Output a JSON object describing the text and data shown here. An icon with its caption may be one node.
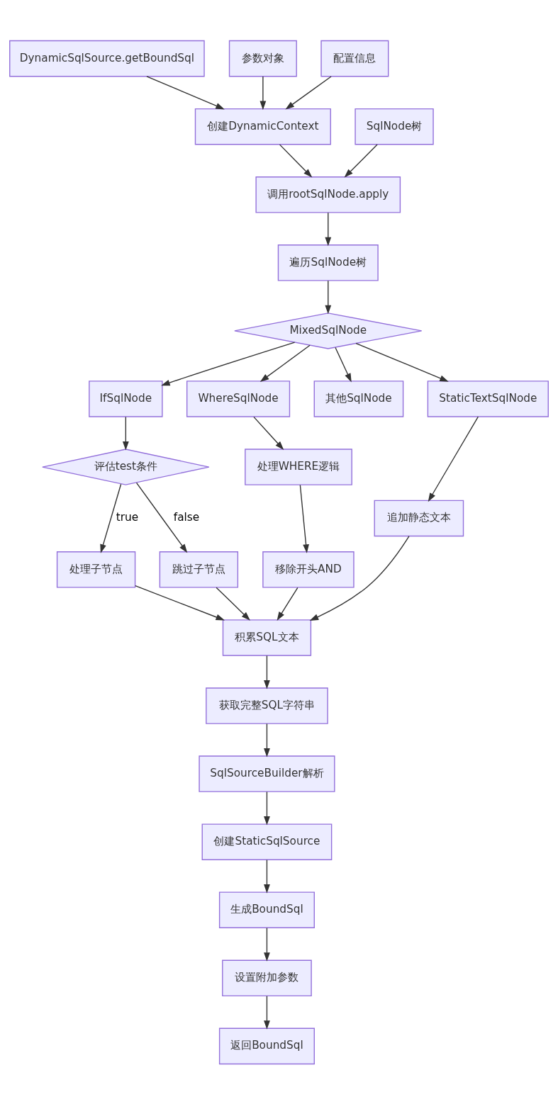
{
  "diagram": {
    "nodes": [
      {
        "text": [
          "DynamicSqlSource.getBoundSql"
        ]
      },
      {
        "text": [
          "参数对象"
        ]
      },
      {
        "text": [
          "配置信息"
        ]
      },
      {
        "text": [
          "创建DynamicContext"
        ]
      },
      {
        "text": [
          "SqlNode树"
        ]
      },
      {
        "text": [
          "调用rootSqlNode.apply"
        ]
      },
      {
        "text": [
          "遍历SqlNode树"
        ]
      },
      {
        "text": [
          "MixedSqlNode"
        ]
      },
      {
        "text": [
          "IfSqlNode"
        ]
      },
      {
        "text": [
          "WhereSqlNode"
        ]
      },
      {
        "text": [
          "其他SqlNode"
        ]
      },
      {
        "text": [
          "StaticTextSqlNode"
        ]
      },
      {
        "text": [
          "评估test条件"
        ]
      },
      {
        "text": [
          "处理WHERE逻辑"
        ]
      },
      {
        "text": [
          "追加静态文本"
        ]
      },
      {
        "text": [
          "处理子节点"
        ]
      },
      {
        "text": [
          "跳过子节点"
        ]
      },
      {
        "text": [
          "移除开头AND"
        ]
      },
      {
        "text": [
          "积累SQL文本"
        ]
      },
      {
        "text": [
          "获取完整SQL字符串"
        ]
      },
      {
        "text": [
          "SqlSourceBuilder解析"
        ]
      },
      {
        "text": [
          "创建StaticSqlSource"
        ]
      },
      {
        "text": [
          "生成BoundSql"
        ]
      },
      {
        "text": [
          "设置附加参数"
        ]
      },
      {
        "text": [
          "返回BoundSql"
        ]
      }
    ],
    "edges": [
      {
        "from": 0,
        "to": 3,
        "arrow": "to"
      },
      {
        "from": 1,
        "to": 3,
        "arrow": "to"
      },
      {
        "from": 2,
        "to": 3,
        "arrow": "to"
      },
      {
        "from": 3,
        "to": 5,
        "arrow": "to"
      },
      {
        "from": 4,
        "to": 5,
        "arrow": "to"
      },
      {
        "from": 5,
        "to": 6,
        "arrow": "to"
      },
      {
        "from": 6,
        "to": 7,
        "arrow": "to"
      },
      {
        "from": 7,
        "to": 11,
        "arrow": "to"
      },
      {
        "from": 7,
        "to": 8,
        "arrow": "to"
      },
      {
        "from": 7,
        "to": 9,
        "arrow": "to"
      },
      {
        "from": 7,
        "to": 10,
        "arrow": "to"
      },
      {
        "from": 8,
        "to": 12,
        "arrow": "to"
      },
      {
        "from": 9,
        "to": 13,
        "arrow": "to"
      },
      {
        "from": 11,
        "to": 14,
        "arrow": "to"
      },
      {
        "from": 12,
        "to": 15,
        "arrow": "to",
        "label": "true"
      },
      {
        "from": 12,
        "to": 16,
        "arrow": "to",
        "label": "false"
      },
      {
        "from": 13,
        "to": 17,
        "arrow": "to"
      },
      {
        "from": 14,
        "to": 18,
        "arrow": "to"
      },
      {
        "from": 15,
        "to": 18,
        "arrow": "to"
      },
      {
        "from": 16,
        "to": 18,
        "arrow": "to"
      },
      {
        "from": 17,
        "to": 18,
        "arrow": "to"
      },
      {
        "from": 18,
        "to": 19,
        "arrow": "to"
      },
      {
        "from": 19,
        "to": 20,
        "arrow": "to"
      },
      {
        "from": 20,
        "to": 21,
        "arrow": "to"
      },
      {
        "from": 21,
        "to": 22,
        "arrow": "to"
      },
      {
        "from": 22,
        "to": 23,
        "arrow": "to"
      },
      {
        "from": 23,
        "to": 24,
        "arrow": "to"
      }
    ]
  }
}
